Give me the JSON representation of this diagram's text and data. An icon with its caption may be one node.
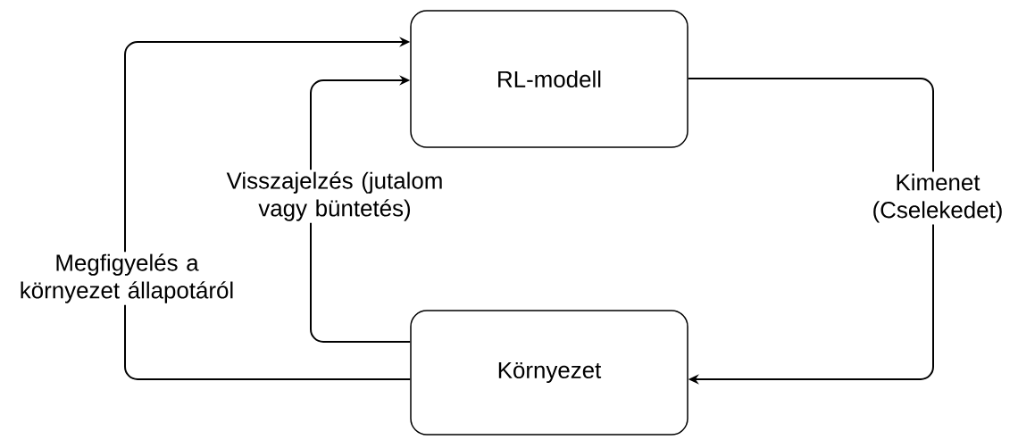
{
  "diagram": {
    "nodes": [
      {
        "text": [
          "RL-modell"
        ]
      },
      {
        "text": [
          "Környezet"
        ]
      }
    ],
    "edges": [
      {
        "from": 1,
        "to": 0,
        "arrow": "to",
        "label": "Visszajelzés (jutalom vagy büntetés)"
      },
      {
        "from": 1,
        "to": 0,
        "arrow": "to",
        "label": "Megfigyelés a környezet állapotáról"
      },
      {
        "from": 0,
        "to": 1,
        "arrow": "to",
        "label": "Kimenet (Cselekedet)"
      }
    ]
  }
}
